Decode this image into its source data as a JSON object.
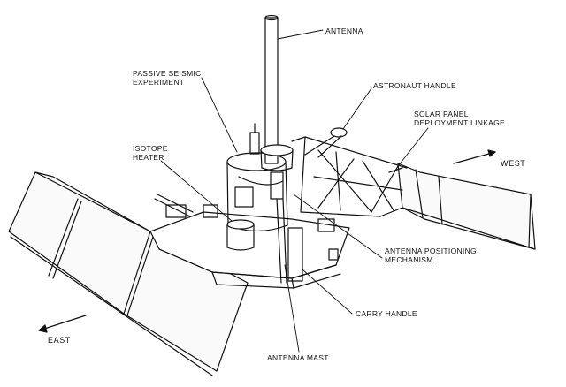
{
  "labels": {
    "antenna": "ANTENNA",
    "passive_seismic": [
      "PASSIVE SEISMIC",
      "EXPERIMENT"
    ],
    "astronaut_handle": "ASTRONAUT HANDLE",
    "solar_panel_linkage": [
      "SOLAR PANEL",
      "DEPLOYMENT LINKAGE"
    ],
    "isotope_heater": [
      "ISOTOPE",
      "HEATER"
    ],
    "antenna_positioning": [
      "ANTENNA POSITIONING",
      "MECHANISM"
    ],
    "carry_handle": "CARRY HANDLE",
    "antenna_mast": "ANTENNA MAST",
    "west": "WEST",
    "east": "EAST"
  },
  "colors": {
    "ink": "#111111",
    "background": "#ffffff"
  }
}
